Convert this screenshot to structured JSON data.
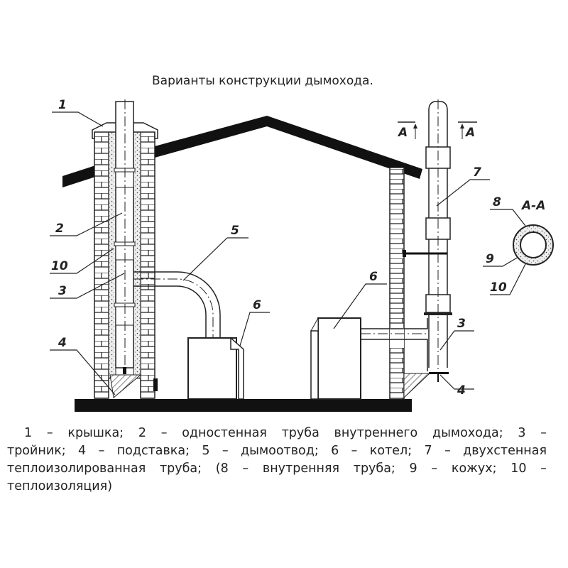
{
  "title": "Варианты конструкции дымохода.",
  "labels": {
    "l1": "1",
    "l2": "2",
    "l3": "3",
    "l4": "4",
    "l5": "5",
    "l6": "6",
    "l7": "7",
    "l8": "8",
    "l9": "9",
    "l10": "10",
    "section_a": "A",
    "section_aa": "A-A"
  },
  "legend": {
    "line1": "1 – крышка; 2 – одностенная труба внутреннего дымохода; 3 –",
    "line2": "тройник; 4 – подставка; 5 – дымоотвод; 6 – котел; 7 – двухстенная",
    "line3": "теплоизолированная труба; (8 – внутренняя труба; 9 – кожух; 10 –",
    "line4": "теплоизоляция)"
  },
  "legend_items": [
    {
      "num": "1",
      "text": "крышка"
    },
    {
      "num": "2",
      "text": "одностенная труба внутреннего дымохода"
    },
    {
      "num": "3",
      "text": "тройник"
    },
    {
      "num": "4",
      "text": "подставка"
    },
    {
      "num": "5",
      "text": "дымоотвод"
    },
    {
      "num": "6",
      "text": "котел"
    },
    {
      "num": "7",
      "text": "двухстенная теплоизолированная труба"
    },
    {
      "num": "8",
      "text": "внутренняя труба"
    },
    {
      "num": "9",
      "text": "кожух"
    },
    {
      "num": "10",
      "text": "теплоизоляция"
    }
  ]
}
